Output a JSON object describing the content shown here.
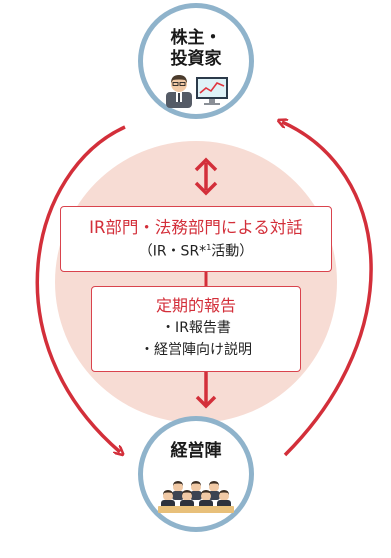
{
  "investor": {
    "label_line1": "株主・",
    "label_line2": "投資家",
    "icon": "investor-at-monitor-icon"
  },
  "management": {
    "label": "経営陣",
    "icon": "executive-meeting-icon"
  },
  "dialogue": {
    "title": "IR部門・法務部門による対話",
    "sub_prefix": "（IR・SR*",
    "sub_note": "1",
    "sub_suffix": "活動）"
  },
  "report": {
    "title": "定期的報告",
    "items": [
      "・IR報告書",
      "・経営陣向け説明"
    ]
  },
  "colors": {
    "accent": "#d32f3a",
    "circle_border": "#8fb3cb",
    "background_disc": "#f7dcd4"
  }
}
